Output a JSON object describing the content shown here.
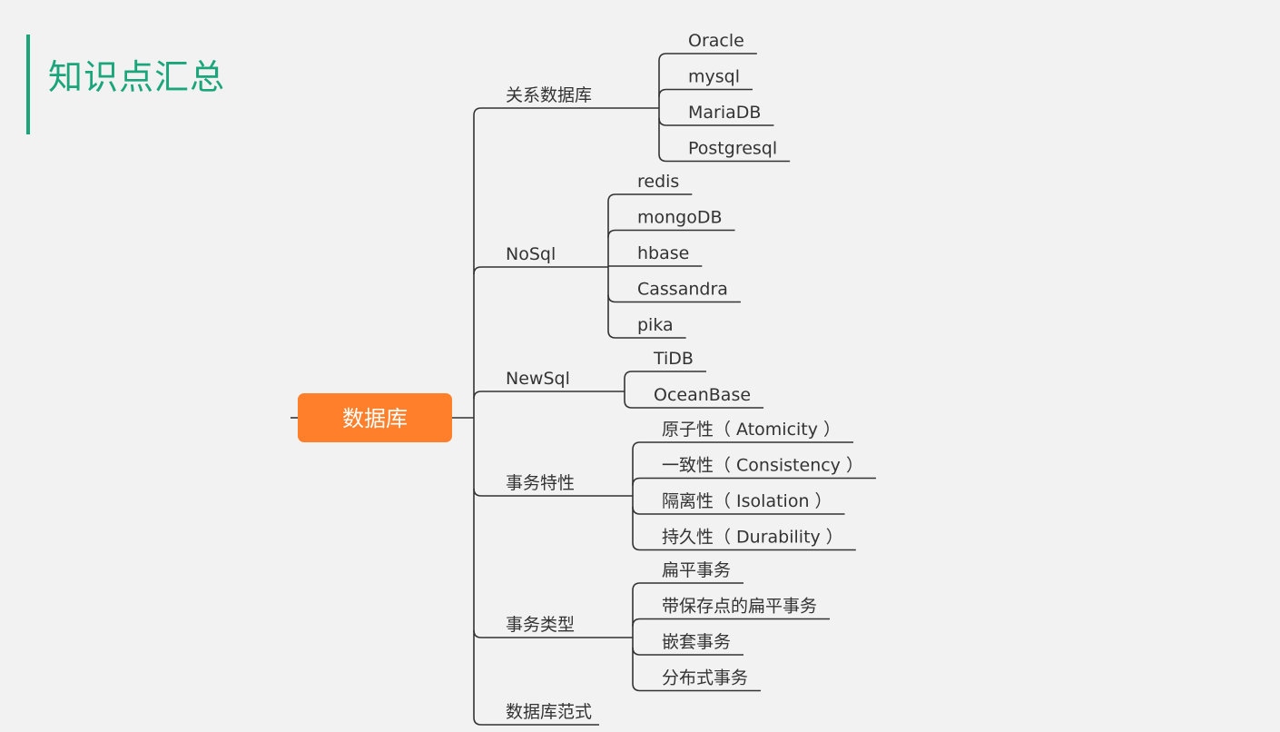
{
  "page": {
    "title": "知识点汇总"
  },
  "colors": {
    "accent": "#1aa57a",
    "root_fill": "#ff7f2a",
    "line": "#333333",
    "background": "#f2f2f2"
  },
  "mindmap": {
    "root": "数据库",
    "branches": [
      {
        "label": "关系数据库",
        "children": [
          "Oracle",
          "mysql",
          "MariaDB",
          "Postgresql"
        ]
      },
      {
        "label": "NoSql",
        "children": [
          "redis",
          "mongoDB",
          "hbase",
          "Cassandra",
          "pika"
        ]
      },
      {
        "label": "NewSql",
        "children": [
          "TiDB",
          "OceanBase"
        ]
      },
      {
        "label": "事务特性",
        "children": [
          "原子性（ Atomicity ）",
          "一致性（ Consistency ）",
          "隔离性（ Isolation ）",
          "持久性（ Durability ）"
        ]
      },
      {
        "label": "事务类型",
        "children": [
          "扁平事务",
          "带保存点的扁平事务",
          "嵌套事务",
          "分布式事务"
        ]
      },
      {
        "label": "数据库范式",
        "children": []
      }
    ]
  }
}
